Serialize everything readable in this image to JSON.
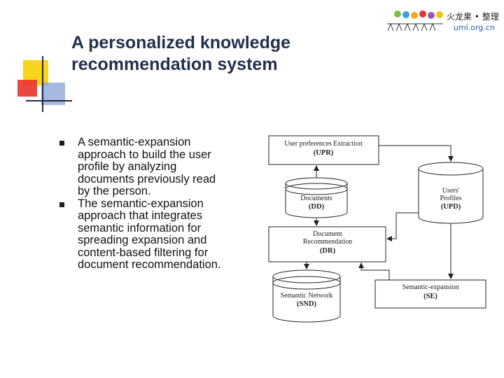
{
  "slide": {
    "title_line1": "A personalized knowledge",
    "title_line2": "recommendation system",
    "bullets": [
      {
        "lines": [
          "A semantic-expansion",
          "approach to build the user",
          "profile by analyzing",
          "documents previously read",
          "by the person."
        ]
      },
      {
        "lines": [
          "The semantic-expansion",
          "approach that integrates",
          "semantic information for",
          "spreading expansion and",
          "content-based filtering for",
          "document recommendation."
        ]
      }
    ]
  },
  "logo": {
    "cn_text": "火龙果 • 整理",
    "url_text": "uml.org.cn"
  },
  "diagram": {
    "upr": {
      "line1": "User preferences Extraction",
      "line2": "(UPR)"
    },
    "dd": {
      "line1": "Documents",
      "line2": "(DD)"
    },
    "upd": {
      "line1": "Users'",
      "line2": "Profiles",
      "line3": "(UPD)"
    },
    "dr": {
      "line1": "Document",
      "line2": "Recommendation",
      "line3": "(DR)"
    },
    "snd": {
      "line1": "Semantic Network",
      "line2": "(SND)"
    },
    "se": {
      "line1": "Semantic-expansion",
      "line2": "(SE)"
    }
  },
  "colors": {
    "title": "#22304a",
    "deco_yellow": "#f7d51c",
    "deco_red": "#e8332b",
    "deco_blue": "#8aa0d8"
  }
}
